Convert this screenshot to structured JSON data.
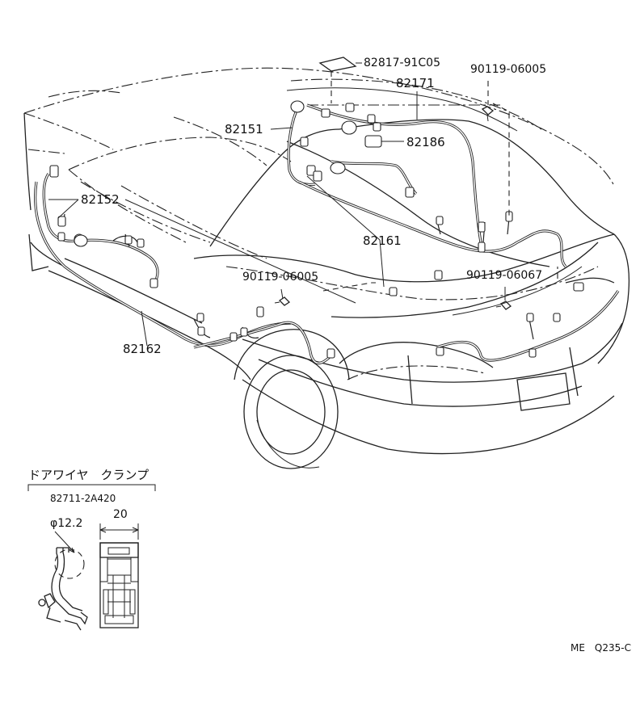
{
  "diagram": {
    "parts": {
      "grommet_top": "82817-91C05",
      "harness_roof": "82171",
      "bolt_top": "90119-06005",
      "harness_pillar": "82151",
      "connector_roof": "82186",
      "harness_left_quarter": "82152",
      "harness_floor": "82161",
      "bolt_mid": "90119-06005",
      "bolt_rear": "90119-06067",
      "harness_left_floor": "82162"
    },
    "clamp_detail": {
      "title": "ドアワイヤ　クランプ",
      "part_number": "82711-2A420",
      "diameter": "φ12.2",
      "width": "20"
    },
    "footer_code": "ME　Q235-C"
  }
}
